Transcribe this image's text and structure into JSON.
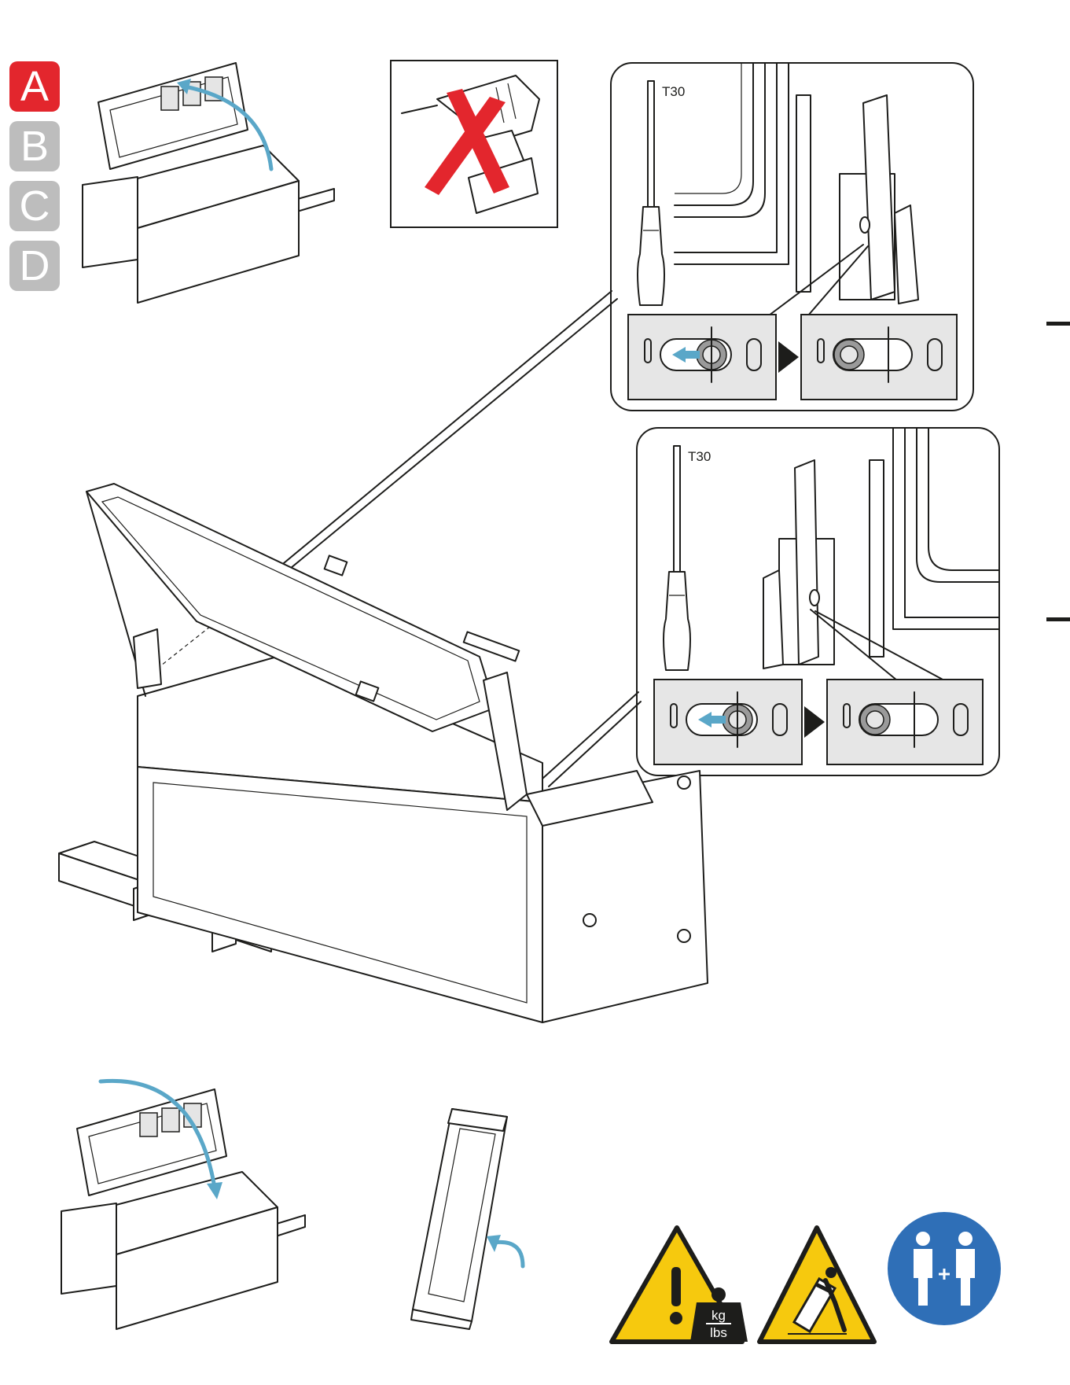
{
  "steps": [
    "A",
    "B",
    "C",
    "D"
  ],
  "active_step": "A",
  "colors": {
    "active_step": "#e3262d",
    "inactive_step": "#bdbdbd",
    "arrow": "#5aa7c8",
    "warning_yellow": "#f6c90e",
    "two_person_blue": "#2f6fb7",
    "prohibited_red": "#e3262d"
  },
  "detail_top": {
    "tool_label": "T30"
  },
  "detail_bottom": {
    "tool_label": "T30"
  },
  "weight_warning": {
    "top": "kg",
    "bottom": "lbs"
  },
  "icons": [
    "no-power-drill-icon",
    "torx-screwdriver-icon",
    "heavy-weight-warning-icon",
    "tipping-hazard-warning-icon",
    "two-person-lift-icon"
  ]
}
